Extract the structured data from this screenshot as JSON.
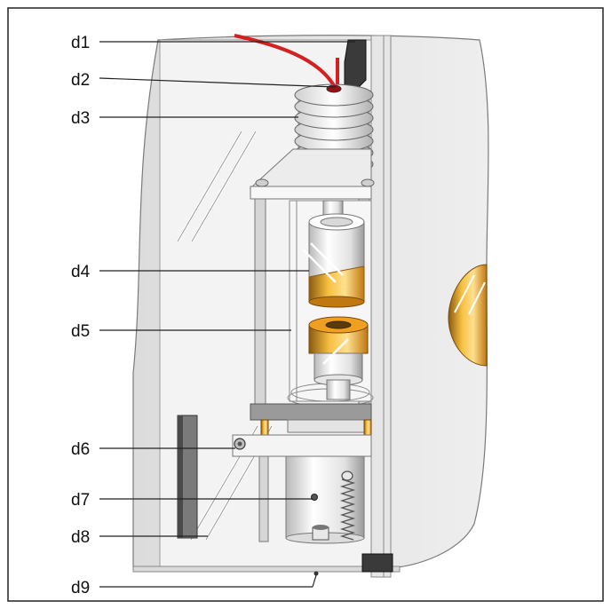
{
  "labels": {
    "d1": "d1",
    "d2": "d2",
    "d3": "d3",
    "d4": "d4",
    "d5": "d5",
    "d6": "d6",
    "d7": "d7",
    "d8": "d8",
    "d9": "d9"
  },
  "colors": {
    "frame_border": "#222222",
    "housing_fill": "#e9e9e9",
    "housing_stroke": "#7a7a7a",
    "interior_glass": "#f2f2f2",
    "metal_light": "#f5f5f5",
    "metal_mid": "#cfcfcf",
    "metal_dark": "#8a8a8a",
    "orange_accent": "#f0a020",
    "red_cable": "#d42020",
    "dark_block": "#3a3a3a",
    "leader_line": "#222222"
  }
}
